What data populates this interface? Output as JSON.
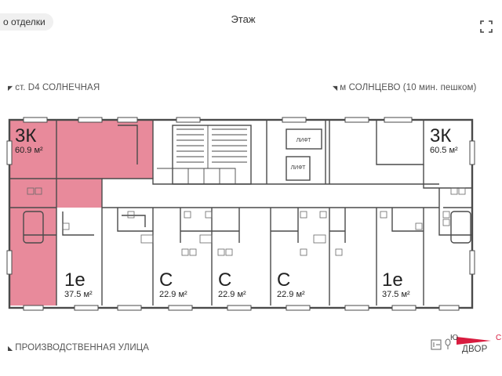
{
  "header": {
    "chip_label": "о отделки",
    "title": "Этаж"
  },
  "directions": {
    "top_left": "ст. D4 СОЛНЕЧНАЯ",
    "top_right": "м СОЛНЦЕВО (10 мин. пешком)",
    "bottom_left": "ПРОИЗВОДСТВЕННАЯ УЛИЦА"
  },
  "plan": {
    "elevators": [
      "ЛИФТ",
      "ЛИФТ"
    ],
    "units": [
      {
        "type": "3К",
        "area": "60.9 м²",
        "highlighted": true
      },
      {
        "type": "3К",
        "area": "60.5 м²",
        "highlighted": false
      },
      {
        "type": "1е",
        "area": "37.5 м²",
        "highlighted": false
      },
      {
        "type": "С",
        "area": "22.9 м²",
        "highlighted": false
      },
      {
        "type": "С",
        "area": "22.9 м²",
        "highlighted": false
      },
      {
        "type": "С",
        "area": "22.9 м²",
        "highlighted": false
      },
      {
        "type": "1е",
        "area": "37.5 м²",
        "highlighted": false
      }
    ],
    "highlight_color": "#e88a9b"
  },
  "compass": {
    "south": "Ю",
    "north": "С",
    "yard": "ДВОР"
  },
  "colors": {
    "wall": "#4a4a4a",
    "compass_red": "#d81c3f"
  }
}
